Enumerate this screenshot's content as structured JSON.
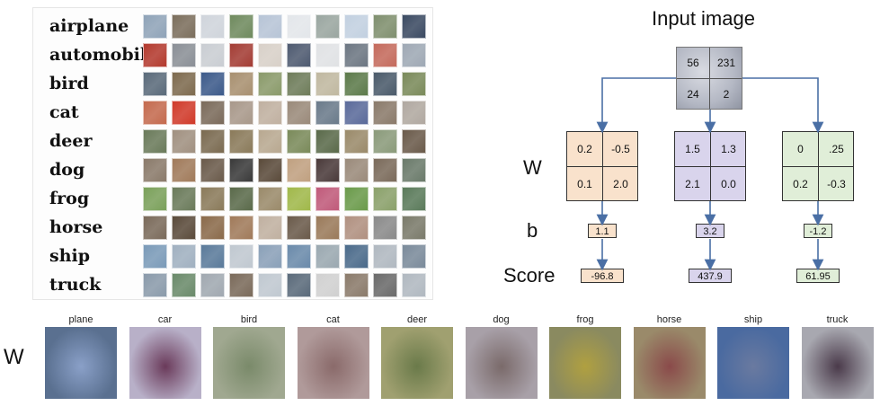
{
  "cifar": {
    "classes": [
      {
        "name": "airplane",
        "colors": [
          "#8fa3b8",
          "#7b6e5c",
          "#cfd4db",
          "#6f8a5e",
          "#b7c4d6",
          "#e3e6ea",
          "#9aa6a0",
          "#c2d0e0",
          "#7f8f6e",
          "#3b4a62"
        ]
      },
      {
        "name": "automobile",
        "colors": [
          "#b33a2e",
          "#8a8f96",
          "#c9cdd2",
          "#a33c34",
          "#d8d0c8",
          "#4e5a70",
          "#e0e2e4",
          "#6c7682",
          "#c46a5c",
          "#9ea8b4"
        ]
      },
      {
        "name": "bird",
        "colors": [
          "#5a6a7a",
          "#7d6a4e",
          "#3c5a8a",
          "#a89070",
          "#8a9a6a",
          "#6e7c5a",
          "#c0b8a0",
          "#5c7a4a",
          "#4a5a6a",
          "#7a8a5a"
        ]
      },
      {
        "name": "cat",
        "colors": [
          "#c46a4e",
          "#d03a2a",
          "#7a6a5a",
          "#a8988a",
          "#c0b0a0",
          "#9a8a7a",
          "#6a7a8a",
          "#5a6a9a",
          "#8a7a6a",
          "#b0a8a0"
        ]
      },
      {
        "name": "deer",
        "colors": [
          "#6a7a5a",
          "#a09080",
          "#7a6a50",
          "#8a7a5a",
          "#b8a890",
          "#7a8a5a",
          "#5a6a4a",
          "#9a8a6a",
          "#8a9a7a",
          "#6a5a4a"
        ]
      },
      {
        "name": "dog",
        "colors": [
          "#8a7a6a",
          "#a07a5a",
          "#6a5a4a",
          "#3a3a3a",
          "#5a4a3a",
          "#c0a080",
          "#4a3a3a",
          "#9a8a7a",
          "#7a6a5a",
          "#6a7a6a"
        ]
      },
      {
        "name": "frog",
        "colors": [
          "#7aa05a",
          "#6a7a5a",
          "#8a7a5a",
          "#5a6a4a",
          "#9a8a6a",
          "#a0b84a",
          "#c05a7a",
          "#6a9a4a",
          "#8aa06a",
          "#5a7a5a"
        ]
      },
      {
        "name": "horse",
        "colors": [
          "#7a6a5a",
          "#5a4a3a",
          "#8a6a4a",
          "#a07a5a",
          "#c0b0a0",
          "#6a5a4a",
          "#9a7a5a",
          "#b09080",
          "#8a8a8a",
          "#7a7a6a"
        ]
      },
      {
        "name": "ship",
        "colors": [
          "#7a9ab8",
          "#a0b0c0",
          "#5a7a9a",
          "#c0c8d0",
          "#8aa0b8",
          "#6a8aaa",
          "#9aa8b0",
          "#4a6a8a",
          "#b0b8c0",
          "#7a8a9a"
        ]
      },
      {
        "name": "truck",
        "colors": [
          "#8a9aaa",
          "#6a8a6a",
          "#a0a8b0",
          "#7a6a5a",
          "#c0c8d0",
          "#5a6a7a",
          "#d0d0d0",
          "#8a7a6a",
          "#6a6a6a",
          "#b0b8c0"
        ]
      }
    ]
  },
  "diagram": {
    "title": "Input image",
    "input_pixels": [
      "56",
      "231",
      "24",
      "2"
    ],
    "labels": {
      "w": "W",
      "b": "b",
      "score": "Score"
    },
    "classes": [
      {
        "weights": [
          "0.2",
          "-0.5",
          "0.1",
          "2.0"
        ],
        "bias": "1.1",
        "score": "-96.8",
        "color": "#f9e2cc"
      },
      {
        "weights": [
          "1.5",
          "1.3",
          "2.1",
          "0.0"
        ],
        "bias": "3.2",
        "score": "437.9",
        "color": "#d9d4ec"
      },
      {
        "weights": [
          "0",
          ".25",
          "0.2",
          "-0.3"
        ],
        "bias": "-1.2",
        "score": "61.95",
        "color": "#e0eed8"
      }
    ],
    "arrow_color": "#4a6fa5"
  },
  "templates": {
    "label_w": "W",
    "items": [
      {
        "name": "plane",
        "c1": "#8aa0c8",
        "c2": "#5a7090"
      },
      {
        "name": "car",
        "c1": "#6a3a5a",
        "c2": "#b8b0c8"
      },
      {
        "name": "bird",
        "c1": "#7a8a6a",
        "c2": "#a0a890"
      },
      {
        "name": "cat",
        "c1": "#8a6a6a",
        "c2": "#b09a9a"
      },
      {
        "name": "deer",
        "c1": "#6a7a4a",
        "c2": "#a0a070"
      },
      {
        "name": "dog",
        "c1": "#7a6a6a",
        "c2": "#a8a0a8"
      },
      {
        "name": "frog",
        "c1": "#b0a040",
        "c2": "#8a8a60"
      },
      {
        "name": "horse",
        "c1": "#8a4a4a",
        "c2": "#9a8a6a"
      },
      {
        "name": "ship",
        "c1": "#6a7aa0",
        "c2": "#4a6aa0"
      },
      {
        "name": "truck",
        "c1": "#4a3a4a",
        "c2": "#a8a8b0"
      }
    ]
  }
}
